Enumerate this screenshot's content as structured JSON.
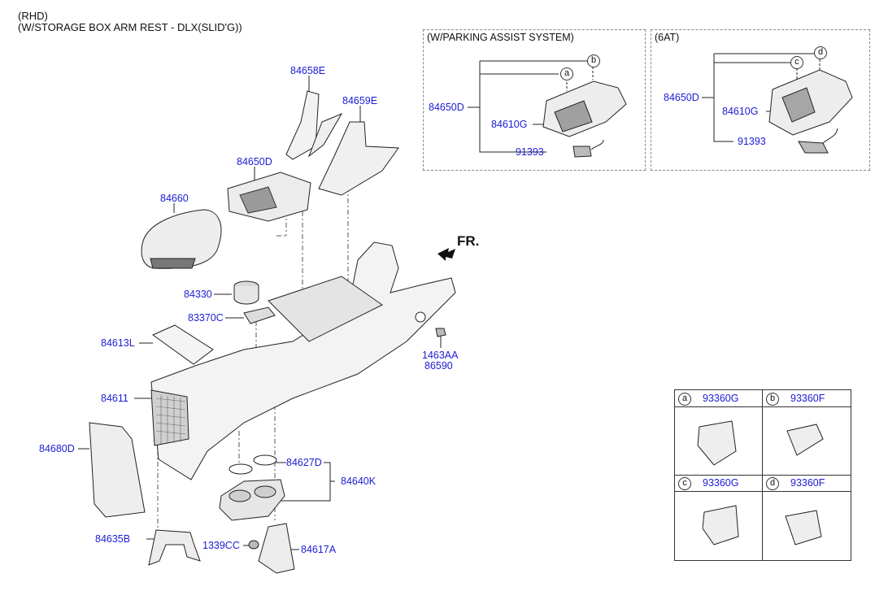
{
  "header": {
    "line1": "(RHD)",
    "line2": "(W/STORAGE BOX ARM REST - DLX(SLID'G))"
  },
  "direction": {
    "label": "FR."
  },
  "main_labels": {
    "p84658E": "84658E",
    "p84659E": "84659E",
    "p84650D": "84650D",
    "p84660": "84660",
    "p84330": "84330",
    "p83370C": "83370C",
    "p84613L": "84613L",
    "p1463AA": "1463AA",
    "p86590": "86590",
    "p84611": "84611",
    "p84680D": "84680D",
    "p84627D": "84627D",
    "p84640K": "84640K",
    "p84635B": "84635B",
    "p1339CC": "1339CC",
    "p84617A": "84617A"
  },
  "panel_parking": {
    "title": "(W/PARKING ASSIST SYSTEM)",
    "label_84650D": "84650D",
    "label_84610G": "84610G",
    "label_91393": "91393",
    "callout_a": "a",
    "callout_b": "b"
  },
  "panel_6at": {
    "title": "(6AT)",
    "label_84650D": "84650D",
    "label_84610G": "84610G",
    "label_91393": "91393",
    "callout_c": "c",
    "callout_d": "d"
  },
  "switch_table": {
    "cells": [
      {
        "letter": "a",
        "code": "93360G"
      },
      {
        "letter": "b",
        "code": "93360F"
      },
      {
        "letter": "c",
        "code": "93360G"
      },
      {
        "letter": "d",
        "code": "93360F"
      }
    ]
  }
}
